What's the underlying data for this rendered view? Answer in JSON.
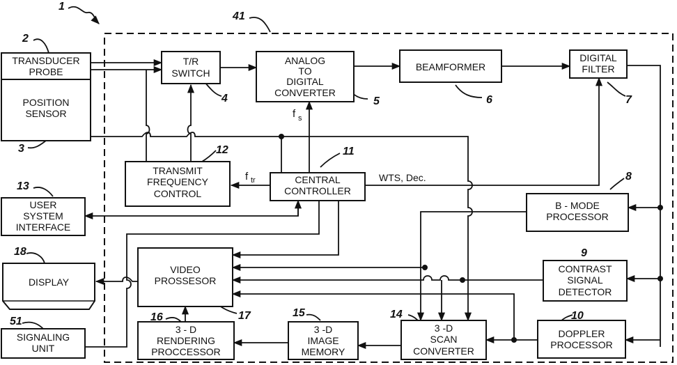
{
  "references": {
    "r1": "1",
    "r41": "41",
    "r2": "2",
    "r3": "3",
    "r4": "4",
    "r5": "5",
    "r6": "6",
    "r7": "7",
    "r8": "8",
    "r9": "9",
    "r10": "10",
    "r11": "11",
    "r12": "12",
    "r13": "13",
    "r14": "14",
    "r15": "15",
    "r16": "16",
    "r17": "17",
    "r18": "18",
    "r51": "51"
  },
  "blocks": {
    "transducer_probe": [
      "TRANSDUCER",
      "PROBE"
    ],
    "position_sensor": [
      "POSITION",
      "SENSOR"
    ],
    "tr_switch": [
      "T/R",
      "SWITCH"
    ],
    "adc": [
      "ANALOG",
      "TO",
      "DIGITAL",
      "CONVERTER"
    ],
    "beamformer": [
      "BEAMFORMER"
    ],
    "digital_filter": [
      "DIGITAL",
      "FILTER"
    ],
    "transmit_frequency_control": [
      "TRANSMIT",
      "FREQUENCY",
      "CONTROL"
    ],
    "central_controller": [
      "CENTRAL",
      "CONTROLLER"
    ],
    "user_system_interface": [
      "USER",
      "SYSTEM",
      "INTERFACE"
    ],
    "bmode_processor": [
      "B - MODE",
      "PROCESSOR"
    ],
    "display": [
      "DISPLAY"
    ],
    "video_processor": [
      "VIDEO",
      "PROSSESOR"
    ],
    "contrast_signal_detector": [
      "CONTRAST",
      "SIGNAL",
      "DETECTOR"
    ],
    "signaling_unit": [
      "SIGNALING",
      "UNIT"
    ],
    "rendering_processor": [
      "3 - D",
      "RENDERING",
      "PROCCESSOR"
    ],
    "image_memory": [
      "3 -D",
      "IMAGE",
      "MEMORY"
    ],
    "scan_converter": [
      "3 -D",
      "SCAN",
      "CONVERTER"
    ],
    "doppler_processor": [
      "DOPPLER",
      "PROCESSOR"
    ]
  },
  "signals": {
    "fs": "f",
    "fs_sub": "s",
    "ftr": "f",
    "ftr_sub": "tr",
    "wts": "WTS, Dec."
  }
}
